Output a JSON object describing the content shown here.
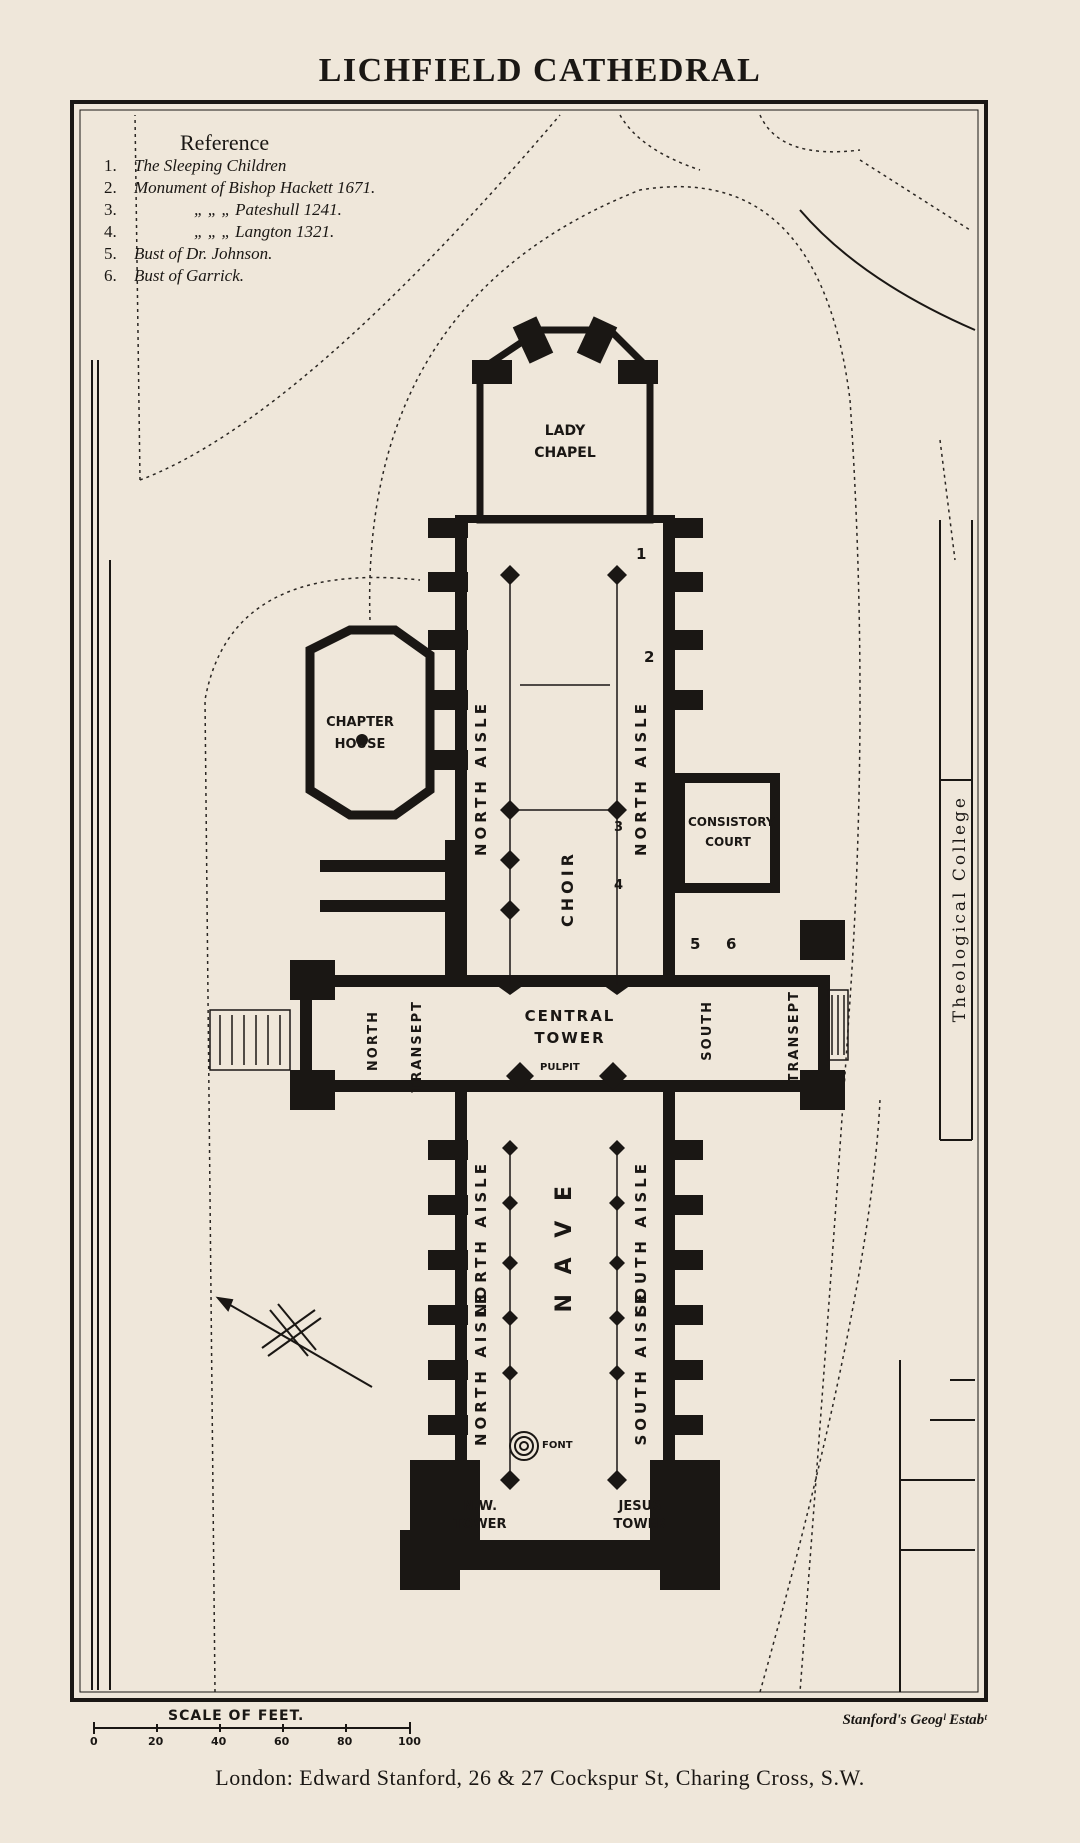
{
  "title": "LICHFIELD CATHEDRAL",
  "reference": {
    "heading": "Reference",
    "items": [
      {
        "num": "1.",
        "text": "The Sleeping Children"
      },
      {
        "num": "2.",
        "text": "Monument of Bishop Hackett 1671."
      },
      {
        "num": "3.",
        "text": "„ „ „ Pateshull 1241."
      },
      {
        "num": "4.",
        "text": "„ „ „ Langton 1321."
      },
      {
        "num": "5.",
        "text": "Bust of Dr. Johnson."
      },
      {
        "num": "6.",
        "text": "Bust of Garrick."
      }
    ]
  },
  "labels": {
    "lady_chapel": "LADY CHAPEL",
    "chapter_house": "CHAPTER HOUSE",
    "choir_north_aisle_left": "NORTH AISLE",
    "choir": "CHOIR",
    "choir_north_aisle_right": "NORTH AISLE",
    "consistory_court": "CONSISTORY COURT",
    "north_transept_a": "NORTH",
    "north_transept_b": "TRANSEPT",
    "central_tower": "CENTRAL TOWER",
    "south_transept_a": "SOUTH",
    "south_transept_b": "TRANSEPT",
    "pulpit": "PULPIT",
    "nave_north_aisle": "NORTH AISLE",
    "nave": "N A V E",
    "nave_south_aisle": "SOUTH AISLE",
    "nave_north_aisle_lower": "NORTH AISLE",
    "nave_south_aisle_lower": "SOUTH AISLE",
    "font": "FONT",
    "nw_tower": "N.W. TOWER",
    "jesus_tower": "JESUS TOWER",
    "theological_college": "Theological College",
    "markers": [
      "1",
      "2",
      "3",
      "4",
      "5",
      "6"
    ]
  },
  "scale": {
    "title": "SCALE OF FEET.",
    "ticks": [
      "0",
      "20",
      "40",
      "60",
      "80",
      "100"
    ]
  },
  "publisher": "Stanford's Geogˡ Estabᵗ",
  "imprint": "London: Edward Stanford, 26 & 27 Cockspur St, Charing Cross, S.W."
}
